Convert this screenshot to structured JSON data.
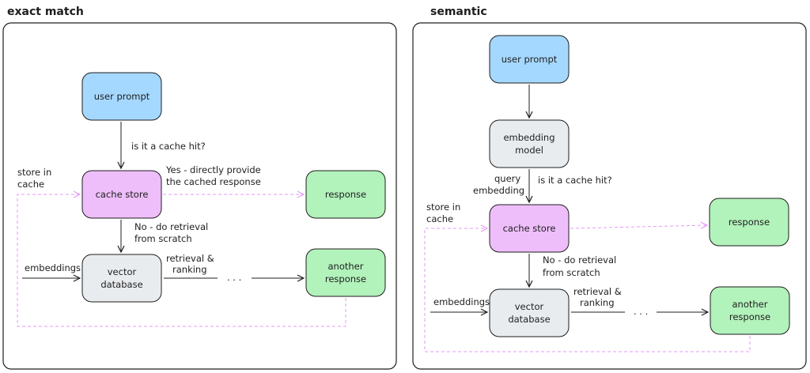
{
  "colors": {
    "prompt": "#a5d8ff",
    "cache": "#eebefa",
    "response": "#b2f2bb",
    "neutral": "#e9ecef",
    "stroke": "#1e1e1e",
    "dashed": "#e599f7"
  },
  "panels": {
    "exact": {
      "title": "exact match"
    },
    "semantic": {
      "title": "semantic"
    }
  },
  "exact": {
    "user_prompt": "user prompt",
    "cache_store": "cache store",
    "response": "response",
    "vector_db": [
      "vector",
      "database"
    ],
    "another_response": [
      "another",
      "response"
    ],
    "cache_hit": "is it a cache hit?",
    "yes": [
      "Yes - directly provide",
      "the cached response"
    ],
    "no": [
      "No - do retrieval",
      "from scratch"
    ],
    "store": [
      "store in",
      "cache"
    ],
    "embeddings": "embeddings",
    "retrieval": [
      "retrieval &",
      "ranking"
    ],
    "dots": ". . ."
  },
  "semantic": {
    "user_prompt": "user prompt",
    "embedding_model": [
      "embedding",
      "model"
    ],
    "query_embedding": [
      "query",
      "embedding"
    ],
    "cache_hit": "is it a cache hit?",
    "cache_store": "cache store",
    "response": "response",
    "no": [
      "No - do retrieval",
      "from scratch"
    ],
    "store": [
      "store in",
      "cache"
    ],
    "embeddings": "embeddings",
    "vector_db": [
      "vector",
      "database"
    ],
    "retrieval": [
      "retrieval &",
      "ranking"
    ],
    "dots": ". . .",
    "another_response": [
      "another",
      "response"
    ]
  }
}
